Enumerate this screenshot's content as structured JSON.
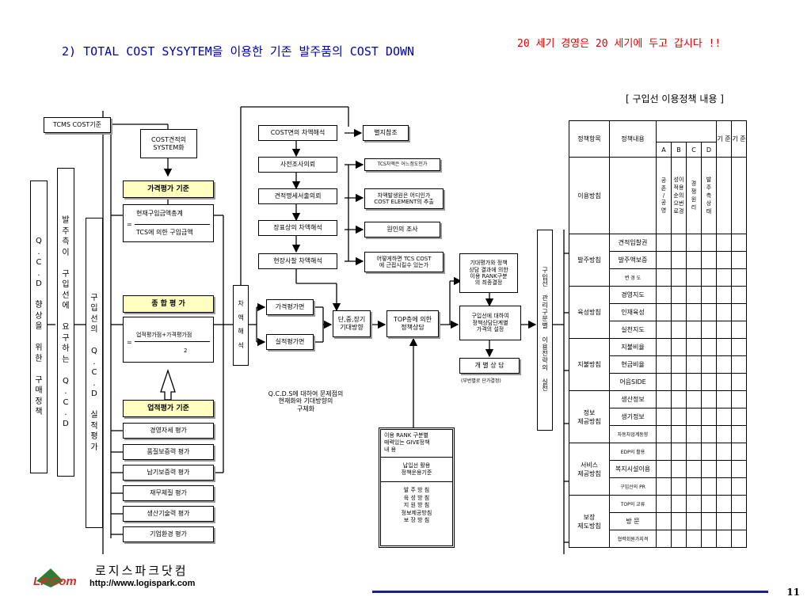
{
  "title": "2) TOTAL COST SYSYTEM을  이용한 기존 발주품의 COST DOWN",
  "slogan": "20 세기 경영은 20 세기에 두고 갑시다 !!",
  "table_caption": "[ 구입선 이용정책 내용 ]",
  "left": {
    "tcms": "TCMS COST기준",
    "qcd_vertical": "Q\n.\nC\n.\nD\n\n향\n상\n을\n\n위\n한\n\n구\n매\n정\n책",
    "order_vertical": "발\n주\n측\n이\n\n구\n입\n선\n에\n\n요\n구\n하\n는\n\nQ\n.\nC\n.\nD",
    "supplier_vertical": "구\n입\n선\n의\n\nQ\n.\nC\n.\nD\n\n실\n적\n평\n가",
    "cost_system": "COST견적의\nSYSTEM화",
    "price_eval_header": "가격평가 기준",
    "price_formula_top": "현재구입금액총계",
    "price_formula_bottom": "TCS에 의한 구입금액",
    "eq": "=",
    "total_eval_header": "종 합 평 가",
    "total_formula_top": "업적평가점+가격평가점",
    "total_formula_bottom": "2",
    "perf_eval_header": "업적평가 기준",
    "perf_items": [
      "경영자세 평가",
      "품질보증력 평가",
      "납기보증력 평가",
      "재무체질 평가",
      "생산기술력 평가",
      "기업환경  평가"
    ]
  },
  "middle": {
    "diff_vertical": "차\n\n액\n\n해\n\n석",
    "flow_items": [
      "COST면의 차액해석",
      "사전조사의뢰",
      "견적명세서출의뢰",
      "장표상의 차액해석",
      "현장사찰 차액해석"
    ],
    "side_notes": [
      "별지참조",
      "TCS차액은 어느정도인가",
      "차액발생원은 어디인가\nCOST ELEMENT의 추출",
      "원인의 조사",
      "어떻게하면 TCS COST\n에 근접시킬수 있는가"
    ],
    "price_face": "가격평가면",
    "actual_face": "실적평가면",
    "expect": "단,중,장기\n기대방향",
    "top_consult": "TOP층에 의한\n정책상담",
    "qcd_problem": "Q.C.D.S에 대하여 문제점의\n현재화와 기대방향의\n구체화",
    "expect_rank": "기대평가와 정책\n상담 결과에 의한\n이용 RANK구분\n의    최종결정",
    "stage_decision": "구입선에 대하여\n정책상담단계별\n가격의 설정",
    "individual": "개 별 상 담",
    "individual_sub": "(부번별로 단가결정)",
    "rank_box": {
      "top": "이용 RANK 구분별\n매력있는 GIVE정책\n내   용",
      "middle": "납입선    활용\n정책운용기준",
      "bottom": "발   주   방   침\n육   성   방   침\n지   원   방   침\n정보제공방침\n보   장   방   침"
    },
    "right_vertical": "구\n입\n선\n\n관\n리\n구\n분\n별\n\n이\n용\n전\n략\n의\n\n실\n천"
  },
  "table": {
    "header_col1": "정책항목",
    "header_col2": "정책내용",
    "grades": [
      "A",
      "B",
      "C",
      "D"
    ],
    "extra_headers": [
      "기 준",
      "기 준"
    ],
    "usage_label": "이용방침",
    "usage_grades": [
      "공\n존\n/\n공\n영",
      "성이\n적용\n순의\n으번\n로경",
      "경\n쟁\n원\n리",
      "발\n주\n측\n상\n태"
    ],
    "groups": [
      {
        "label": "발주방침",
        "items": [
          "견적입찰권",
          "발주액보증",
          "변   경   도"
        ]
      },
      {
        "label": "육성방침",
        "items": [
          "경영지도",
          "인재육성",
          "실천지도"
        ]
      },
      {
        "label": "지불방침",
        "items": [
          "지불비율",
          "현금비율",
          "어음SIDE"
        ]
      },
      {
        "label": "정보\n제공방침",
        "items": [
          "생산정보",
          "생기정보",
          "자동차업계동향"
        ]
      },
      {
        "label": "서비스\n제공방침",
        "items": [
          "EDP의 활용",
          "복지시설이용",
          "구입선의 PR"
        ]
      },
      {
        "label": "보장\n제도방침",
        "items": [
          "TOP의 교류",
          "방   문",
          "협력회원가지격"
        ]
      }
    ]
  },
  "footer": {
    "logo_text": "로지스파크닷컴",
    "url": "http://www.logispark.com",
    "logo_mark": "LP.Com",
    "page": "11"
  },
  "colors": {
    "title": "#0000b0",
    "slogan": "#e00000",
    "highlight": "#ffffc0",
    "footer_line": "#1a237e"
  }
}
